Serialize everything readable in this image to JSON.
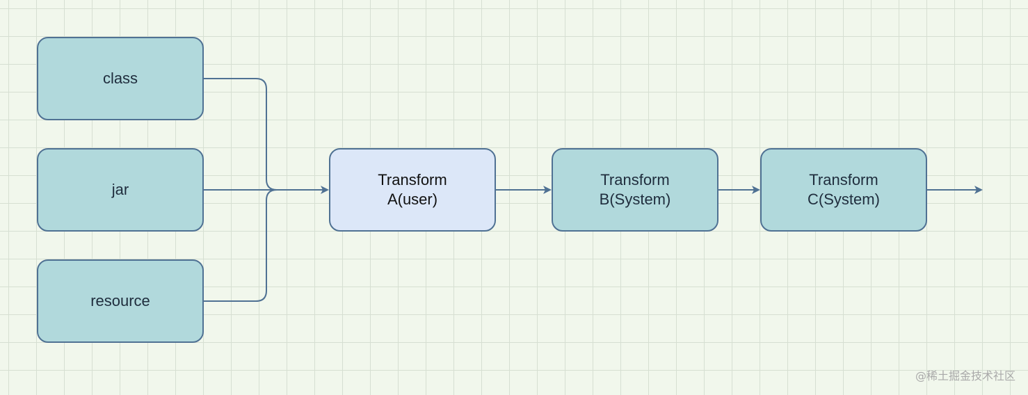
{
  "nodes": {
    "class": {
      "label": "class"
    },
    "jar": {
      "label": "jar"
    },
    "resource": {
      "label": "resource"
    },
    "transform_a": {
      "line1": "Transform",
      "line2": "A(user)"
    },
    "transform_b": {
      "line1": "Transform",
      "line2": "B(System)"
    },
    "transform_c": {
      "line1": "Transform",
      "line2": "C(System)"
    }
  },
  "watermark": "@稀土掘金技术社区",
  "colors": {
    "background": "#f1f7ec",
    "grid": "#d6dfd2",
    "node_fill": "#b1d9dc",
    "user_node_fill": "#dce7f8",
    "stroke": "#4f7193"
  }
}
